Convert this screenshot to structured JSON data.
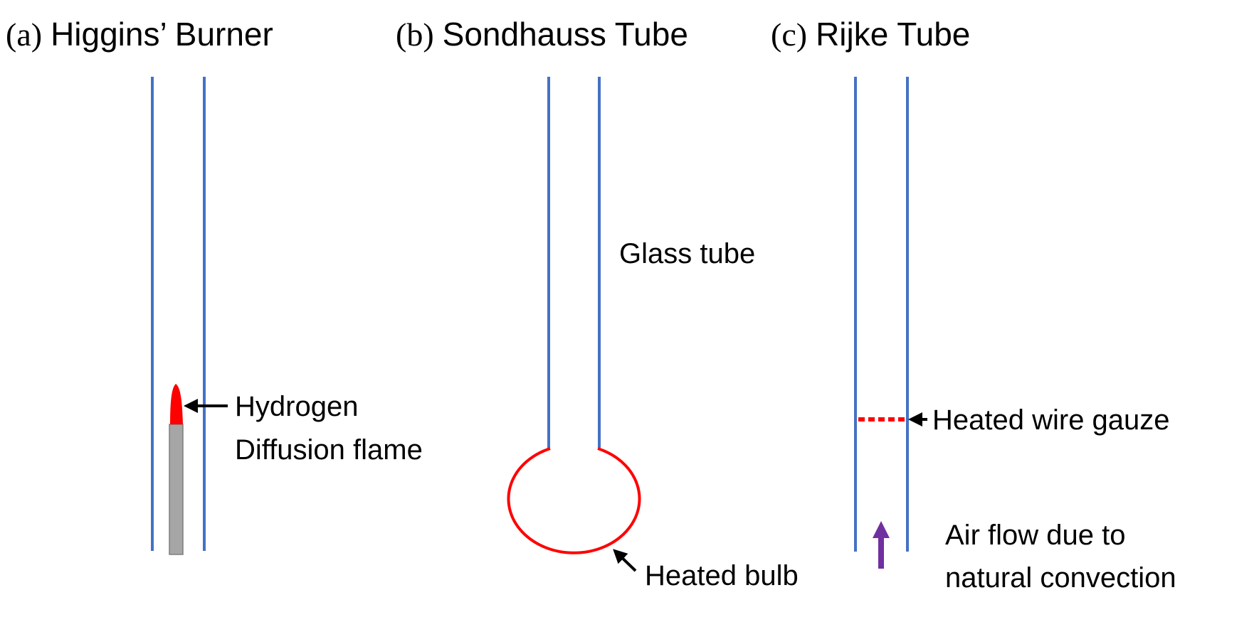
{
  "colors": {
    "tube_wall": "#4472C4",
    "heated": "#FF0000",
    "burner_pipe": "#A6A6A6",
    "airflow_arrow": "#7030A0",
    "pointer_arrow": "#000000"
  },
  "panels": [
    {
      "id": "a",
      "prefix": "(a)",
      "title": "Higgins’ Burner",
      "labels": [
        "Hydrogen",
        "Diffusion flame"
      ]
    },
    {
      "id": "b",
      "prefix": "(b)",
      "title": "Sondhauss Tube",
      "labels": [
        "Glass tube",
        "Heated bulb"
      ]
    },
    {
      "id": "c",
      "prefix": "(c)",
      "title": "Rijke Tube",
      "labels": [
        "Heated wire gauze",
        "Air flow due to",
        "natural convection"
      ]
    }
  ]
}
